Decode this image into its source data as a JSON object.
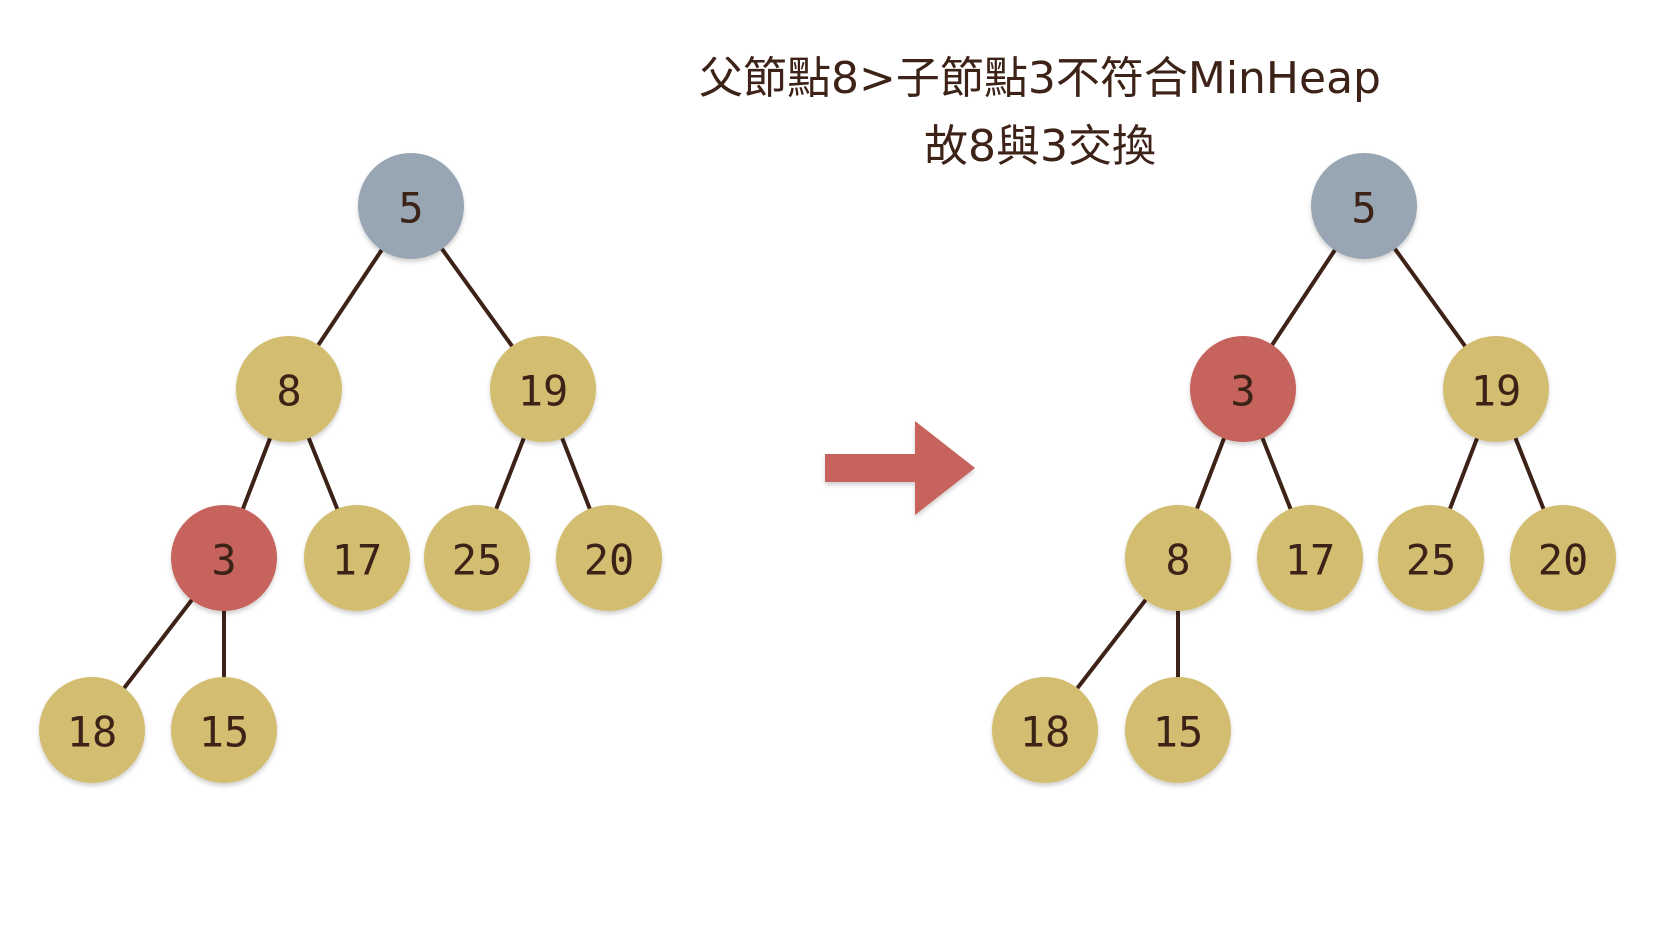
{
  "caption": {
    "line1": "父節點8>子節點3不符合MinHeap",
    "line2": "故8與3交換"
  },
  "colors": {
    "root": "#98a6b3",
    "normal": "#d2bd70",
    "highlight": "#c5645c",
    "edge": "#3d2218",
    "text": "#3d2218",
    "arrow": "#c5645c"
  },
  "trees": [
    {
      "name": "before",
      "nodes": [
        {
          "id": "a",
          "value": "5",
          "state": "root"
        },
        {
          "id": "b",
          "value": "8",
          "state": "normal",
          "parent": "a"
        },
        {
          "id": "c",
          "value": "19",
          "state": "normal",
          "parent": "a"
        },
        {
          "id": "d",
          "value": "3",
          "state": "highlight",
          "parent": "b"
        },
        {
          "id": "e",
          "value": "17",
          "state": "normal",
          "parent": "b"
        },
        {
          "id": "f",
          "value": "25",
          "state": "normal",
          "parent": "c"
        },
        {
          "id": "g",
          "value": "20",
          "state": "normal",
          "parent": "c"
        },
        {
          "id": "h",
          "value": "18",
          "state": "normal",
          "parent": "d"
        },
        {
          "id": "i",
          "value": "15",
          "state": "normal",
          "parent": "d"
        }
      ]
    },
    {
      "name": "after",
      "nodes": [
        {
          "id": "a",
          "value": "5",
          "state": "root"
        },
        {
          "id": "b",
          "value": "3",
          "state": "highlight",
          "parent": "a"
        },
        {
          "id": "c",
          "value": "19",
          "state": "normal",
          "parent": "a"
        },
        {
          "id": "d",
          "value": "8",
          "state": "normal",
          "parent": "b"
        },
        {
          "id": "e",
          "value": "17",
          "state": "normal",
          "parent": "b"
        },
        {
          "id": "f",
          "value": "25",
          "state": "normal",
          "parent": "c"
        },
        {
          "id": "g",
          "value": "20",
          "state": "normal",
          "parent": "c"
        },
        {
          "id": "h",
          "value": "18",
          "state": "normal",
          "parent": "d"
        },
        {
          "id": "i",
          "value": "15",
          "state": "normal",
          "parent": "d"
        }
      ]
    }
  ]
}
